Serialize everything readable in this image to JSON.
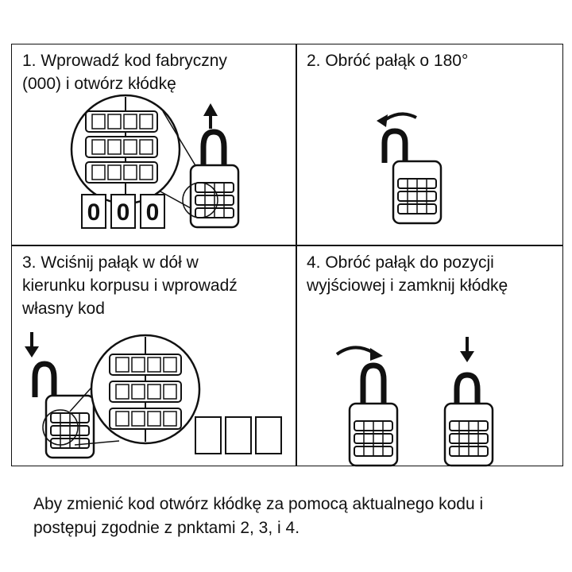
{
  "steps": [
    {
      "text_line1": "1. Wprowadź kod fabryczny",
      "text_line2": "(000) i otwórz kłódkę"
    },
    {
      "text_line1": "2. Obróć pałąk o 180°"
    },
    {
      "text_line1": "3. Wciśnij pałąk w dół w",
      "text_line2": "kierunku korpusu i wprowadź",
      "text_line3": "własny kod"
    },
    {
      "text_line1": "4. Obróć pałąk do pozycji",
      "text_line2": "wyjściowej i zamknij kłódkę"
    }
  ],
  "factory_code": [
    "0",
    "0",
    "0"
  ],
  "footer": {
    "line1": "Aby zmienić kod otwórz kłódkę za pomocą aktualnego kodu i",
    "line2": "postępuj zgodnie z pnktami 2, 3, i 4."
  }
}
